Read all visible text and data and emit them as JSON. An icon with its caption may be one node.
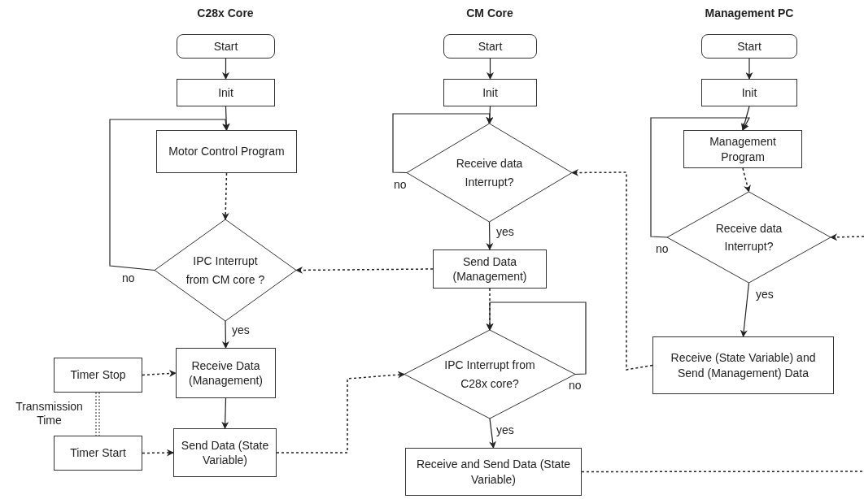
{
  "diagram": {
    "nodes": [
      {
        "text": [
          "Start"
        ]
      },
      {
        "text": [
          "Init"
        ]
      },
      {
        "text": [
          "Motor Control Program"
        ]
      },
      {
        "text": [
          "IPC Interrupt from CM core ?"
        ]
      },
      {
        "text": [
          "Receive Data (Management)"
        ]
      },
      {
        "text": [
          "Send Data (State Variable)"
        ]
      },
      {
        "text": [
          "Timer Stop"
        ]
      },
      {
        "text": [
          "Timer Start"
        ]
      },
      {
        "text": [
          "Start"
        ]
      },
      {
        "text": [
          "Init"
        ]
      },
      {
        "text": [
          "Receive data Interrupt?"
        ]
      },
      {
        "text": [
          "Send Data (Management)"
        ]
      },
      {
        "text": [
          "IPC Interrupt from C28x core?"
        ]
      },
      {
        "text": [
          "Receive and Send Data (State Variable)"
        ]
      },
      {
        "text": [
          "Start"
        ]
      },
      {
        "text": [
          "Init"
        ]
      },
      {
        "text": [
          "Management Program"
        ]
      },
      {
        "text": [
          "Receive data Interrupt?"
        ]
      },
      {
        "text": [
          "Receive (State Variable) and Send (Management) Data"
        ]
      }
    ],
    "edges": [
      {
        "from": 0,
        "to": 1,
        "arrow": "to"
      },
      {
        "from": 1,
        "to": 2,
        "arrow": "to"
      },
      {
        "from": 2,
        "to": 3,
        "arrow": "to",
        "style": "dashed"
      },
      {
        "from": 3,
        "to": 2,
        "arrow": "to",
        "label": "no"
      },
      {
        "from": 3,
        "to": 4,
        "arrow": "to",
        "label": "yes"
      },
      {
        "from": 4,
        "to": 5,
        "arrow": "to"
      },
      {
        "from": 6,
        "to": 4,
        "arrow": "to",
        "style": "dashed"
      },
      {
        "from": 7,
        "to": 5,
        "arrow": "to",
        "style": "dashed"
      },
      {
        "from": 6,
        "to": 7,
        "arrow": "none",
        "style": "dashed",
        "label": "Transmission Time"
      },
      {
        "from": 8,
        "to": 9,
        "arrow": "to"
      },
      {
        "from": 9,
        "to": 10,
        "arrow": "to"
      },
      {
        "from": 10,
        "to": 10,
        "arrow": "to",
        "label": "no"
      },
      {
        "from": 10,
        "to": 11,
        "arrow": "to",
        "label": "yes"
      },
      {
        "from": 11,
        "to": 3,
        "arrow": "to",
        "style": "dashed"
      },
      {
        "from": 11,
        "to": 12,
        "arrow": "to",
        "style": "dashed"
      },
      {
        "from": 12,
        "to": 12,
        "arrow": "to",
        "label": "no"
      },
      {
        "from": 12,
        "to": 13,
        "arrow": "to",
        "label": "yes"
      },
      {
        "from": 5,
        "to": 12,
        "arrow": "to",
        "style": "dashed"
      },
      {
        "from": 13,
        "to": null,
        "arrow": "none",
        "style": "dashed"
      },
      {
        "from": 14,
        "to": 15,
        "arrow": "to"
      },
      {
        "from": 15,
        "to": 16,
        "arrow": "to"
      },
      {
        "from": 16,
        "to": 17,
        "arrow": "to",
        "style": "dashed"
      },
      {
        "from": 17,
        "to": 16,
        "arrow": "to",
        "label": "no"
      },
      {
        "from": 17,
        "to": 18,
        "arrow": "to",
        "label": "yes"
      },
      {
        "from": null,
        "to": 17,
        "arrow": "to",
        "style": "dashed"
      },
      {
        "from": 18,
        "to": 10,
        "arrow": "to",
        "style": "dashed"
      }
    ],
    "labels": [
      "C28x Core",
      "CM Core",
      "Management PC"
    ]
  }
}
